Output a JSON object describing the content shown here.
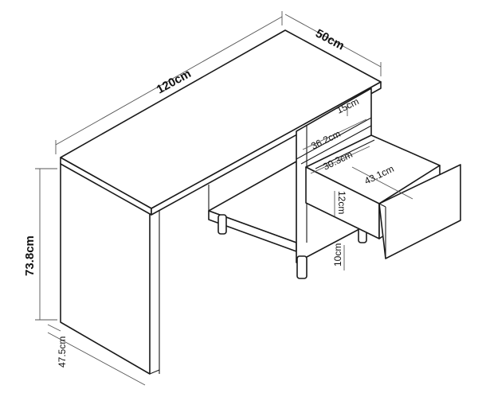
{
  "dimensions": {
    "width": "120cm",
    "depth_top": "50cm",
    "height": "73.8cm",
    "depth_side": "47.5cm",
    "shelf_height": "15cm",
    "cabinet_depth": "36.2cm",
    "drawer_depth": "30.3cm",
    "drawer_width": "43.1cm",
    "drawer_height": "12cm",
    "leg_height": "10cm"
  }
}
